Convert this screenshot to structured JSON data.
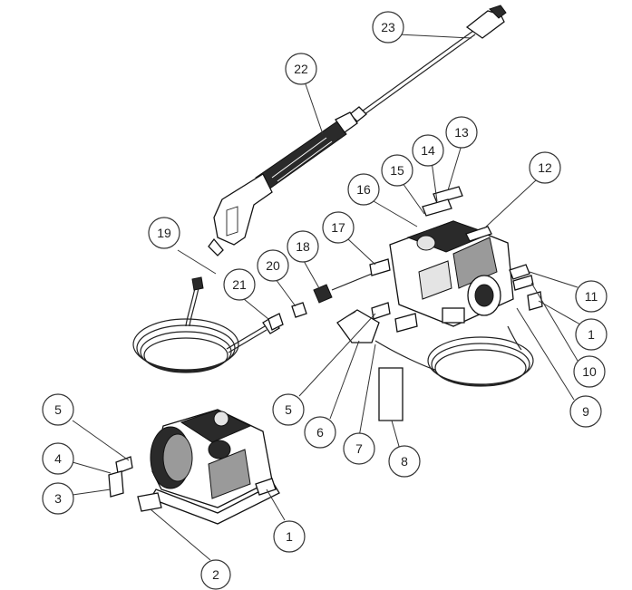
{
  "callouts": [
    {
      "id": "c23",
      "label": "23"
    },
    {
      "id": "c22",
      "label": "22"
    },
    {
      "id": "c13",
      "label": "13"
    },
    {
      "id": "c14",
      "label": "14"
    },
    {
      "id": "c15",
      "label": "15"
    },
    {
      "id": "c16",
      "label": "16"
    },
    {
      "id": "c12",
      "label": "12"
    },
    {
      "id": "c17",
      "label": "17"
    },
    {
      "id": "c19",
      "label": "19"
    },
    {
      "id": "c18",
      "label": "18"
    },
    {
      "id": "c20",
      "label": "20"
    },
    {
      "id": "c21",
      "label": "21"
    },
    {
      "id": "c11",
      "label": "11"
    },
    {
      "id": "c1a",
      "label": "1"
    },
    {
      "id": "c10",
      "label": "10"
    },
    {
      "id": "c9",
      "label": "9"
    },
    {
      "id": "c5a",
      "label": "5"
    },
    {
      "id": "c6",
      "label": "6"
    },
    {
      "id": "c7",
      "label": "7"
    },
    {
      "id": "c8",
      "label": "8"
    },
    {
      "id": "c5b",
      "label": "5"
    },
    {
      "id": "c4",
      "label": "4"
    },
    {
      "id": "c3",
      "label": "3"
    },
    {
      "id": "c1b",
      "label": "1"
    },
    {
      "id": "c2",
      "label": "2"
    }
  ]
}
